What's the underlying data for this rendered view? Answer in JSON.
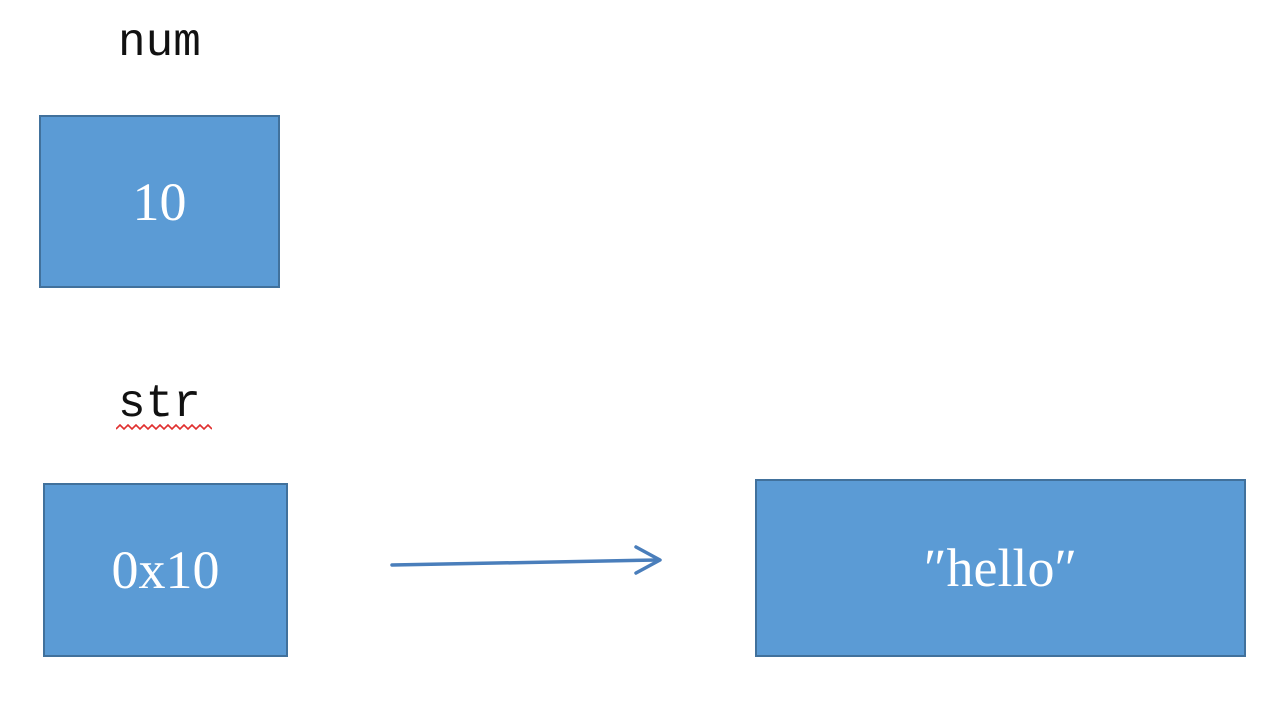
{
  "variables": {
    "num": {
      "name": "num",
      "value": "10"
    },
    "str": {
      "name": "str",
      "value": "0x10"
    }
  },
  "heap": {
    "value": "″hello″"
  },
  "colors": {
    "box_fill": "#5b9bd5",
    "box_border": "#41719c",
    "arrow": "#4a7ebb",
    "spellcheck_underline": "#e0302f"
  },
  "icons": {
    "arrow": "arrow-right-icon"
  }
}
